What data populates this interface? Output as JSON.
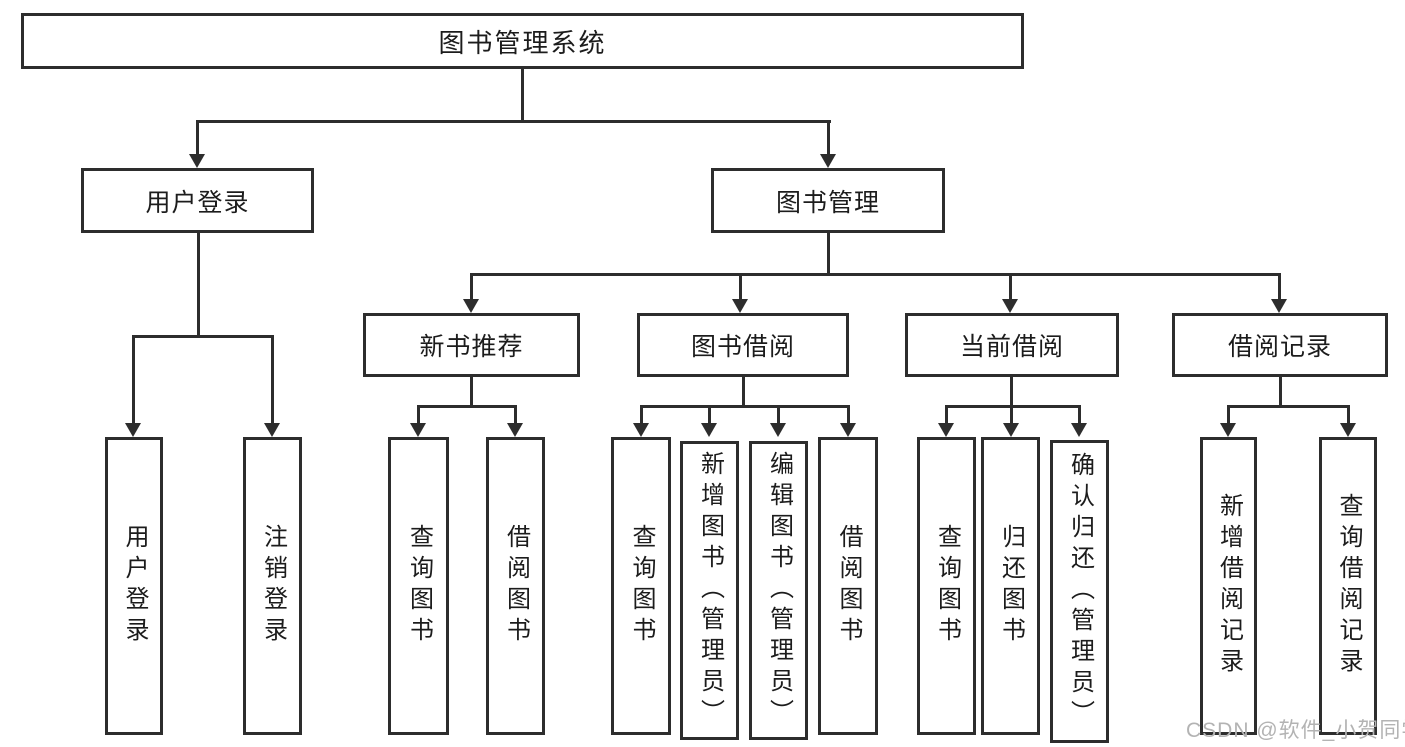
{
  "nodes": {
    "root": "图书管理系统",
    "user_login": "用户登录",
    "book_mgmt": "图书管理",
    "new_book_rec": "新书推荐",
    "book_borrow": "图书借阅",
    "current_borrow": "当前借阅",
    "borrow_records": "借阅记录",
    "u1": "用户登录",
    "u2": "注销登录",
    "n1": "查询图书",
    "n2": "借阅图书",
    "b1": "查询图书",
    "b2": "新增图书（管理员）",
    "b3": "编辑图书（管理员）",
    "b4": "借阅图书",
    "c1": "查询图书",
    "c2": "归还图书",
    "c3": "确认归还（管理员）",
    "r1": "新增借阅记录",
    "r2": "查询借阅记录"
  },
  "hierarchy": {
    "图书管理系统": {
      "用户登录": [
        "用户登录",
        "注销登录"
      ],
      "图书管理": {
        "新书推荐": [
          "查询图书",
          "借阅图书"
        ],
        "图书借阅": [
          "查询图书",
          "新增图书（管理员）",
          "编辑图书（管理员）",
          "借阅图书"
        ],
        "当前借阅": [
          "查询图书",
          "归还图书",
          "确认归还（管理员）"
        ],
        "借阅记录": [
          "新增借阅记录",
          "查询借阅记录"
        ]
      }
    }
  },
  "watermark": "CSDN @软件_小贺同学",
  "colors": {
    "line": "#2d2d2d",
    "text": "#1c1c1c",
    "watermark": "#b3b3b3",
    "background": "#ffffff"
  }
}
